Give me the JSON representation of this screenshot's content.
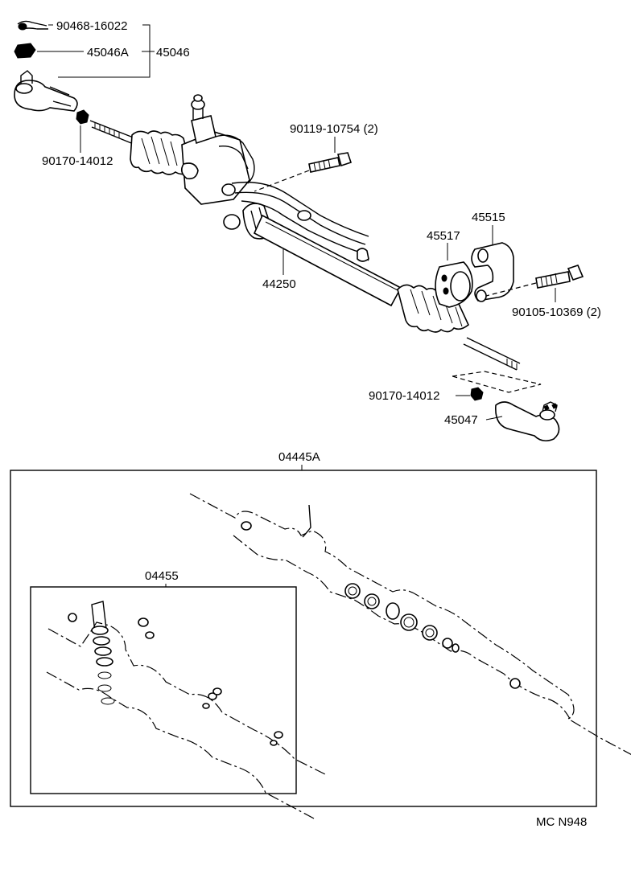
{
  "labels": {
    "p90468": "90468-16022",
    "p45046A": "45046A",
    "p45046": "45046",
    "p90170_top": "90170-14012",
    "p90119": "90119-10754 (2)",
    "p45515": "45515",
    "p45517": "45517",
    "p44250": "44250",
    "p90105": "90105-10369 (2)",
    "p90170_bottom": "90170-14012",
    "p45047": "45047",
    "p04445A": "04445A",
    "p04455": "04455",
    "ref": "MC N948"
  }
}
